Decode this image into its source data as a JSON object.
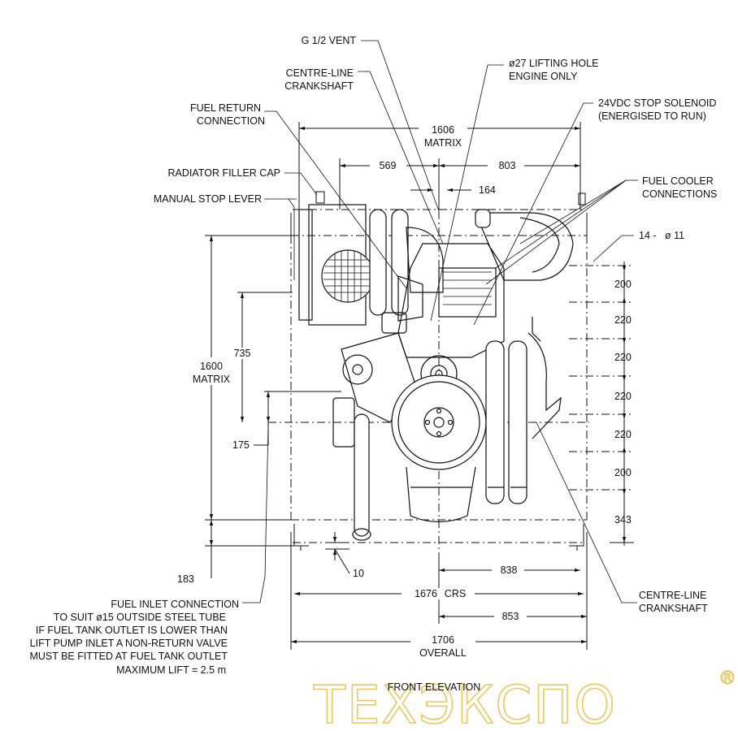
{
  "labels": {
    "vent": "G 1/2 VENT",
    "centreline_top_1": "CENTRE-LINE",
    "centreline_top_2": "CRANKSHAFT",
    "lifting_1": "ø27 LIFTING HOLE",
    "lifting_2": "ENGINE ONLY",
    "fuel_return_1": "FUEL RETURN",
    "fuel_return_2": "CONNECTION",
    "stop_solenoid_1": "24VDC STOP SOLENOID",
    "stop_solenoid_2": "(ENERGISED TO RUN)",
    "radiator_cap": "RADIATOR FILLER CAP",
    "manual_stop": "MANUAL STOP LEVER",
    "fuel_cooler_1": "FUEL COOLER",
    "fuel_cooler_2": "CONNECTIONS",
    "holes": "14 -   ø 11",
    "centreline_bot_1": "CENTRE-LINE",
    "centreline_bot_2": "CRANKSHAFT",
    "fuel_inlet_1": "FUEL INLET CONNECTION",
    "fuel_inlet_2": "TO SUIT ø15 OUTSIDE STEEL TUBE",
    "fuel_inlet_3": "IF FUEL TANK OUTLET IS LOWER THAN",
    "fuel_inlet_4": "LIFT PUMP INLET A NON-RETURN VALVE",
    "fuel_inlet_5": "MUST BE FITTED AT FUEL TANK OUTLET",
    "fuel_inlet_6": "MAXIMUM LIFT = 2.5 m",
    "caption": "FRONT ELEVATION"
  },
  "dimensions": {
    "matrix_w_value": "1606",
    "matrix_w_label": "MATRIX",
    "left_569": "569",
    "right_803": "803",
    "offset_164": "164",
    "matrix_h_value": "1600",
    "matrix_h_label": "MATRIX",
    "height_735": "735",
    "height_175": "175",
    "height_183": "183",
    "gap_10": "10",
    "right_stack": [
      "200",
      "220",
      "220",
      "220",
      "220",
      "200",
      "343"
    ],
    "half_838": "838",
    "crs_value": "1676",
    "crs_label": "CRS",
    "half_853": "853",
    "overall_value": "1706",
    "overall_label": "OVERALL"
  },
  "watermark": {
    "text": "ТЕХЭКСПО",
    "mark": "®",
    "color": "#e9c860"
  }
}
